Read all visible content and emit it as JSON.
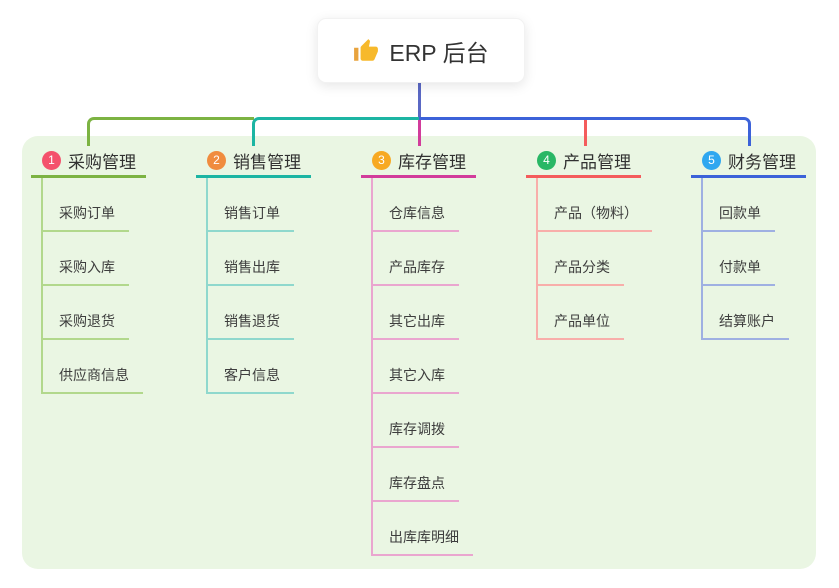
{
  "root": {
    "title": "ERP 后台",
    "icon": "thumbs-up-icon",
    "icon_color": "#f7b92b",
    "connector_color": "#5a68c4"
  },
  "panel": {
    "background": "#eaf6e3"
  },
  "branches": [
    {
      "badge": "1",
      "label": "采购管理",
      "badge_color": "#f4516c",
      "line_color": "#7cb342",
      "light_color": "#b2d88c",
      "items": [
        "采购订单",
        "采购入库",
        "采购退货",
        "供应商信息"
      ]
    },
    {
      "badge": "2",
      "label": "销售管理",
      "badge_color": "#f08c3e",
      "line_color": "#1cb5a3",
      "light_color": "#8fd8cd",
      "items": [
        "销售订单",
        "销售出库",
        "销售退货",
        "客户信息"
      ]
    },
    {
      "badge": "3",
      "label": "库存管理",
      "badge_color": "#f7a922",
      "line_color": "#d23c9b",
      "light_color": "#eaa6cf",
      "items": [
        "仓库信息",
        "产品库存",
        "其它出库",
        "其它入库",
        "库存调拨",
        "库存盘点",
        "出库库明细"
      ]
    },
    {
      "badge": "4",
      "label": "产品管理",
      "badge_color": "#29b765",
      "line_color": "#f45c5c",
      "light_color": "#f8aeaa",
      "items": [
        "产品（物料）",
        "产品分类",
        "产品单位"
      ]
    },
    {
      "badge": "5",
      "label": "财务管理",
      "badge_color": "#2fa7f0",
      "line_color": "#3c62d9",
      "light_color": "#9fb0e2",
      "items": [
        "回款单",
        "付款单",
        "结算账户"
      ]
    }
  ]
}
